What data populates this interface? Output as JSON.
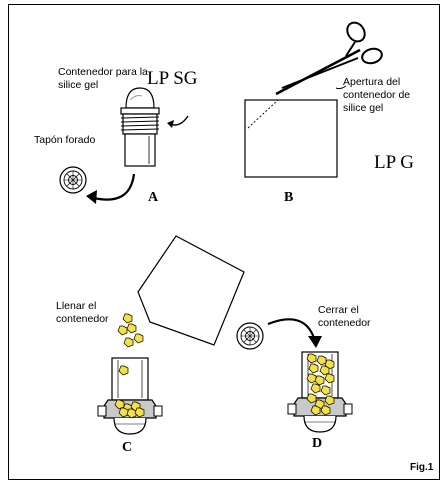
{
  "labels": {
    "container_a": "Contenedor para la silice gel",
    "plug": "Tapón forado",
    "lp_sg": "LP SG",
    "opening": "Apertura del contenedor de silice gel",
    "lp_g": "LP G",
    "fill": "Llenar el contenedor",
    "close": "Cerrar el contenedor",
    "step_a": "A",
    "step_b": "B",
    "step_c": "C",
    "step_d": "D",
    "figure": "Fig.1"
  },
  "colors": {
    "gel": "#f5e23c",
    "line": "#000000",
    "grey": "#c9c9c9"
  }
}
